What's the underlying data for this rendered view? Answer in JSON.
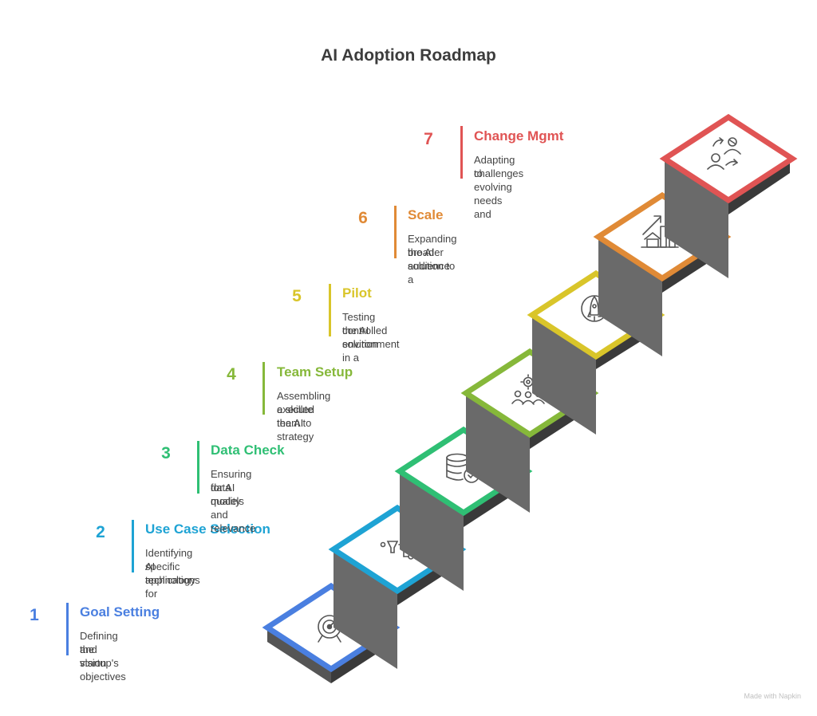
{
  "title": "AI Adoption Roadmap",
  "steps": [
    {
      "num": "1",
      "title": "Goal Setting",
      "desc_line1": "Defining the startup's objectives",
      "desc_line2": "and vision",
      "color": "#4a7fe0",
      "icon": "target-icon"
    },
    {
      "num": "2",
      "title": "Use Case Selection",
      "desc_line1": "Identifying specific applications for",
      "desc_line2": "AI technology",
      "color": "#1ea3d4",
      "icon": "funnel-branch-icon"
    },
    {
      "num": "3",
      "title": "Data Check",
      "desc_line1": "Ensuring data quality and relevance",
      "desc_line2": "for AI models",
      "color": "#2fbf74",
      "icon": "database-check-icon"
    },
    {
      "num": "4",
      "title": "Team Setup",
      "desc_line1": "Assembling a skilled team to",
      "desc_line2": "execute the AI strategy",
      "color": "#86b83a",
      "icon": "team-gear-icon"
    },
    {
      "num": "5",
      "title": "Pilot",
      "desc_line1": "Testing the AI solution in a",
      "desc_line2": "controlled environment",
      "color": "#d9c52a",
      "icon": "rocket-icon"
    },
    {
      "num": "6",
      "title": "Scale",
      "desc_line1": "Expanding the AI solution to a",
      "desc_line2": "broader audience",
      "color": "#e08a36",
      "icon": "growth-chart-icon"
    },
    {
      "num": "7",
      "title": "Change Mgmt",
      "desc_line1": "Adapting to evolving needs and",
      "desc_line2": "challenges",
      "color": "#e05454",
      "icon": "people-exchange-icon"
    }
  ],
  "watermark": "Made with Napkin"
}
